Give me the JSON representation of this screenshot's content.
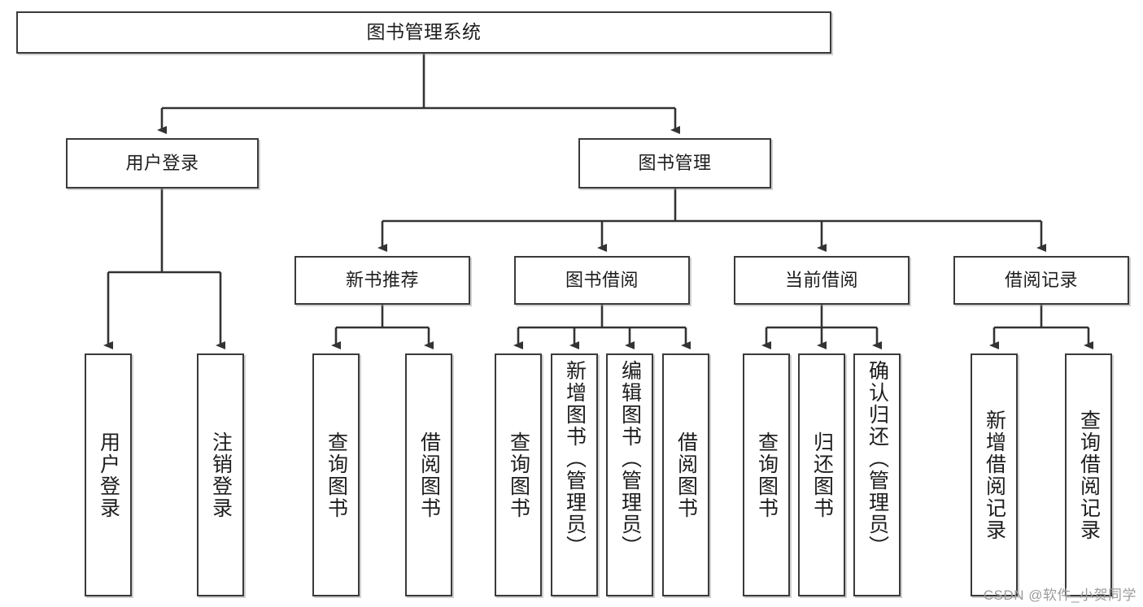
{
  "diagram": {
    "title": "图书管理系统",
    "type": "tree-hierarchy-diagram",
    "colors": {
      "box_border": "#3a3a3a",
      "box_fill": "#ffffff",
      "line": "#333333",
      "text": "#1d1d1d",
      "watermark": "#9b9b9b"
    },
    "root": {
      "label": "图书管理系统"
    },
    "level2": [
      {
        "label": "用户登录"
      },
      {
        "label": "图书管理"
      }
    ],
    "level3": [
      {
        "label": "新书推荐"
      },
      {
        "label": "图书借阅"
      },
      {
        "label": "当前借阅"
      },
      {
        "label": "借阅记录"
      }
    ],
    "leaves": {
      "user_login": [
        {
          "label": "用户登录"
        },
        {
          "label": "注销登录"
        }
      ],
      "new_book": [
        {
          "label": "查询图书"
        },
        {
          "label": "借阅图书"
        }
      ],
      "book_borrow": [
        {
          "label": "查询图书"
        },
        {
          "label": "新增图书（管理员）"
        },
        {
          "label": "编辑图书（管理员）"
        },
        {
          "label": "借阅图书"
        }
      ],
      "current_borrow": [
        {
          "label": "查询图书"
        },
        {
          "label": "归还图书"
        },
        {
          "label": "确认归还（管理员）"
        }
      ],
      "borrow_record": [
        {
          "label": "新增借阅记录"
        },
        {
          "label": "查询借阅记录"
        }
      ]
    }
  },
  "watermark": {
    "text": "CSDN @软件_小贺同学"
  }
}
